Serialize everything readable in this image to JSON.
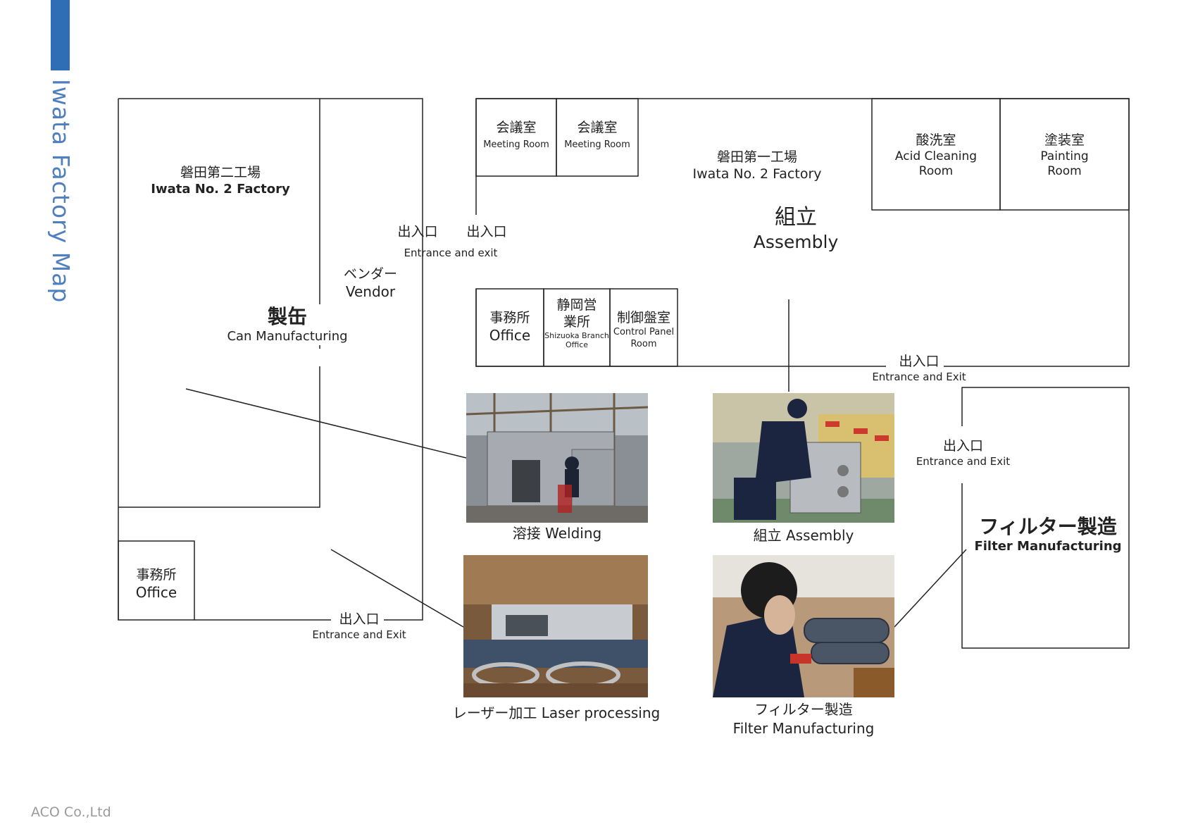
{
  "title": "Iwata Factory Map",
  "company": "ACO Co.,Ltd",
  "colors": {
    "accent": "#2f6db5",
    "title_text": "#4f7fbf",
    "line": "#222222"
  },
  "left_building": {
    "name_jp": "磐田第二工場",
    "name_en": "Iwata No. 2 Factory",
    "area_jp": "製缶",
    "area_en": "Can Manufacturing",
    "vendor_jp": "ベンダー",
    "vendor_en": "Vendor",
    "office_jp": "事務所",
    "office_en": "Office",
    "exit_jp": "出入口",
    "exit_en": "Entrance and Exit"
  },
  "entrances_top": {
    "jp1": "出入口",
    "jp2": "出入口",
    "en": "Entrance and exit"
  },
  "right_building": {
    "name_jp": "磐田第一工場",
    "name_en": "Iwata No. 2 Factory",
    "area_jp": "組立",
    "area_en": "Assembly",
    "rooms": [
      {
        "jp": "会議室",
        "en": "Meeting Room"
      },
      {
        "jp": "会議室",
        "en": "Meeting Room"
      },
      {
        "jp": "酸洗室",
        "en": "Acid Cleaning Room"
      },
      {
        "jp": "塗装室",
        "en": "Painting Room"
      }
    ],
    "office_jp": "事務所",
    "office_en": "Office",
    "branch_jp": "静岡営業所",
    "branch_en": "Shizuoka Branch Office",
    "control_jp": "制御盤室",
    "control_en": "Control Panel Room",
    "exit_jp": "出入口",
    "exit_en": "Entrance and Exit"
  },
  "filter_building": {
    "name_jp": "フィルター製造",
    "name_en": "Filter Manufacturing",
    "exit_jp": "出入口",
    "exit_en": "Entrance and Exit"
  },
  "photos": [
    {
      "caption": "溶接 Welding",
      "icon": "welding-photo"
    },
    {
      "caption": "組立 Assembly",
      "icon": "assembly-photo"
    },
    {
      "caption": "レーザー加工 Laser processing",
      "icon": "laser-photo"
    },
    {
      "caption_jp": "フィルター製造",
      "caption_en": "Filter Manufacturing",
      "icon": "filter-photo"
    }
  ]
}
